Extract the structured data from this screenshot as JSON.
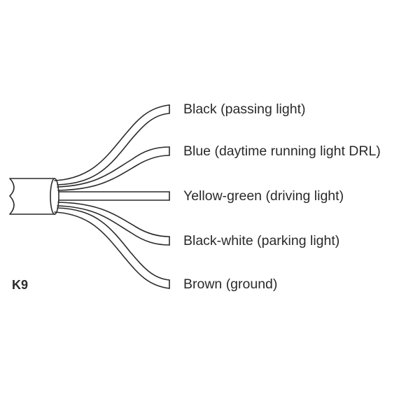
{
  "part_code": "K9",
  "wires": [
    {
      "label": "Black (passing light)"
    },
    {
      "label": "Blue (daytime running light DRL)"
    },
    {
      "label": "Yellow-green (driving light)"
    },
    {
      "label": "Black-white (parking light)"
    },
    {
      "label": "Brown (ground)"
    }
  ],
  "colors": {
    "line": "#2a2a2a",
    "text": "#2a2a2a",
    "background": "#ffffff"
  }
}
